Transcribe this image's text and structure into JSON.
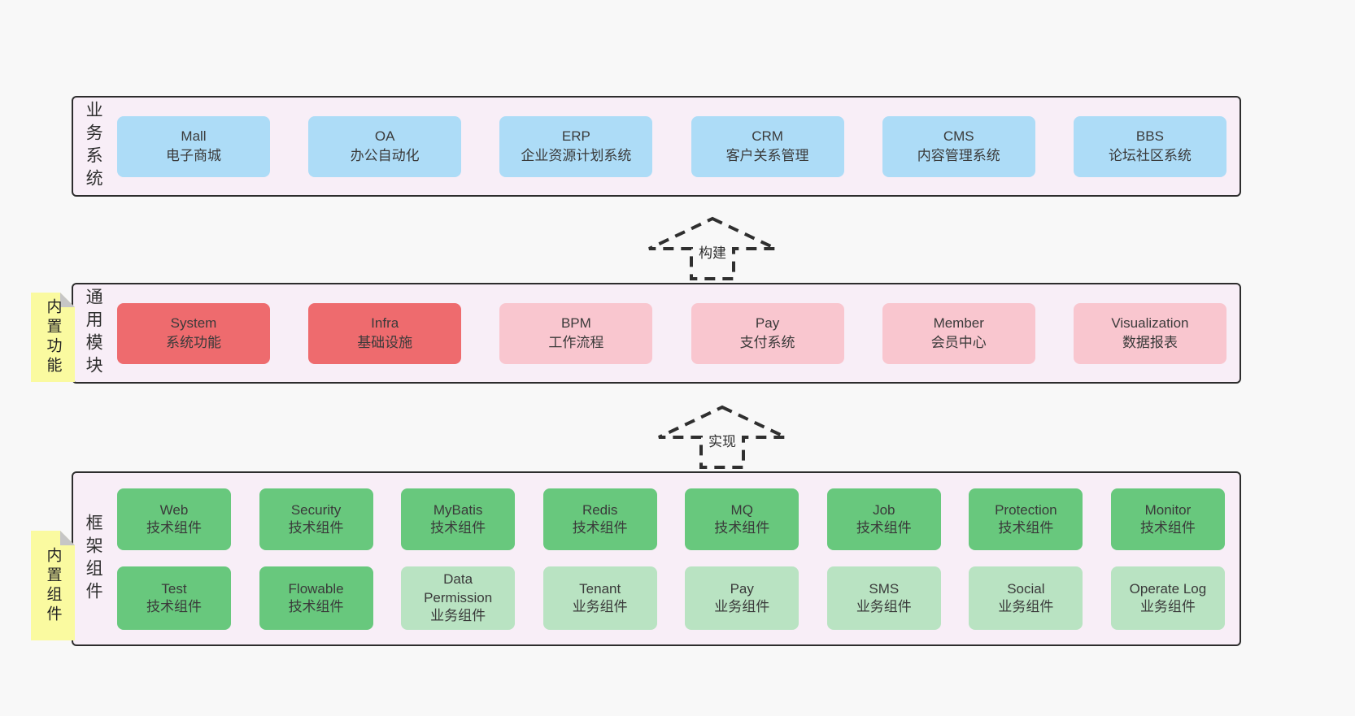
{
  "colors": {
    "page_bg": "#f8f8f8",
    "band_bg": "#f8eef7",
    "band_border": "#2d2d2d",
    "blue": "#addcf7",
    "red": "#ee6b6e",
    "pink": "#f9c6cf",
    "green": "#68c87d",
    "light_green": "#b9e3c2",
    "note_yellow": "#fafaa0",
    "fold_gray": "#c6c6c6"
  },
  "arrows": [
    {
      "label": "构建"
    },
    {
      "label": "实现"
    }
  ],
  "notes": [
    {
      "label": "内置功能"
    },
    {
      "label": "内置组件"
    }
  ],
  "bands": [
    {
      "label": "业务系统",
      "boxes": [
        {
          "en": "Mall",
          "zh": "电子商城"
        },
        {
          "en": "OA",
          "zh": "办公自动化"
        },
        {
          "en": "ERP",
          "zh": "企业资源计划系统"
        },
        {
          "en": "CRM",
          "zh": "客户关系管理"
        },
        {
          "en": "CMS",
          "zh": "内容管理系统"
        },
        {
          "en": "BBS",
          "zh": "论坛社区系统"
        }
      ]
    },
    {
      "label": "通用模块",
      "boxes": [
        {
          "en": "System",
          "zh": "系统功能"
        },
        {
          "en": "Infra",
          "zh": "基础设施"
        },
        {
          "en": "BPM",
          "zh": "工作流程"
        },
        {
          "en": "Pay",
          "zh": "支付系统"
        },
        {
          "en": "Member",
          "zh": "会员中心"
        },
        {
          "en": "Visualization",
          "zh": "数据报表"
        }
      ]
    },
    {
      "label": "框架组件",
      "rows": [
        [
          {
            "en": "Web",
            "zh": "技术组件"
          },
          {
            "en": "Security",
            "zh": "技术组件"
          },
          {
            "en": "MyBatis",
            "zh": "技术组件"
          },
          {
            "en": "Redis",
            "zh": "技术组件"
          },
          {
            "en": "MQ",
            "zh": "技术组件"
          },
          {
            "en": "Job",
            "zh": "技术组件"
          },
          {
            "en": "Protection",
            "zh": "技术组件"
          },
          {
            "en": "Monitor",
            "zh": "技术组件"
          }
        ],
        [
          {
            "en": "Test",
            "zh": "技术组件"
          },
          {
            "en": "Flowable",
            "zh": "技术组件"
          },
          {
            "en": "Data Permission",
            "zh": "业务组件"
          },
          {
            "en": "Tenant",
            "zh": "业务组件"
          },
          {
            "en": "Pay",
            "zh": "业务组件"
          },
          {
            "en": "SMS",
            "zh": "业务组件"
          },
          {
            "en": "Social",
            "zh": "业务组件"
          },
          {
            "en": "Operate Log",
            "zh": "业务组件"
          }
        ]
      ]
    }
  ]
}
